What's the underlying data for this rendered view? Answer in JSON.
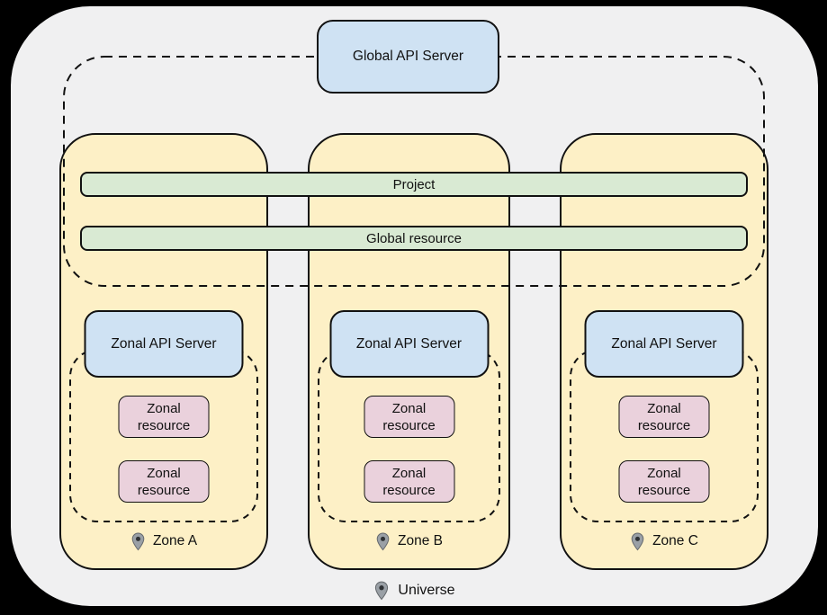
{
  "diagram": {
    "global_api_server": {
      "label": "Global API Server"
    },
    "bars": {
      "project": "Project",
      "global_resource": "Global resource"
    },
    "zones": [
      {
        "name": "Zone A",
        "api_server": "Zonal API Server",
        "resources": [
          "Zonal resource",
          "Zonal resource"
        ]
      },
      {
        "name": "Zone B",
        "api_server": "Zonal API Server",
        "resources": [
          "Zonal resource",
          "Zonal resource"
        ]
      },
      {
        "name": "Zone C",
        "api_server": "Zonal API Server",
        "resources": [
          "Zonal resource",
          "Zonal resource"
        ]
      }
    ],
    "universe": {
      "label": "Universe"
    },
    "icons": {
      "location_pin": "map-pin-icon"
    },
    "colors": {
      "page_background": "#000000",
      "universe_fill": "#f0f0f1",
      "zone_fill": "#fdf0c6",
      "api_server_fill": "#cfe2f3",
      "resource_fill": "#ead1dc",
      "bar_fill": "#d9ead3",
      "stroke": "#111111",
      "pin_fill": "#9aa0a6",
      "pin_dot": "#2e3134"
    }
  }
}
